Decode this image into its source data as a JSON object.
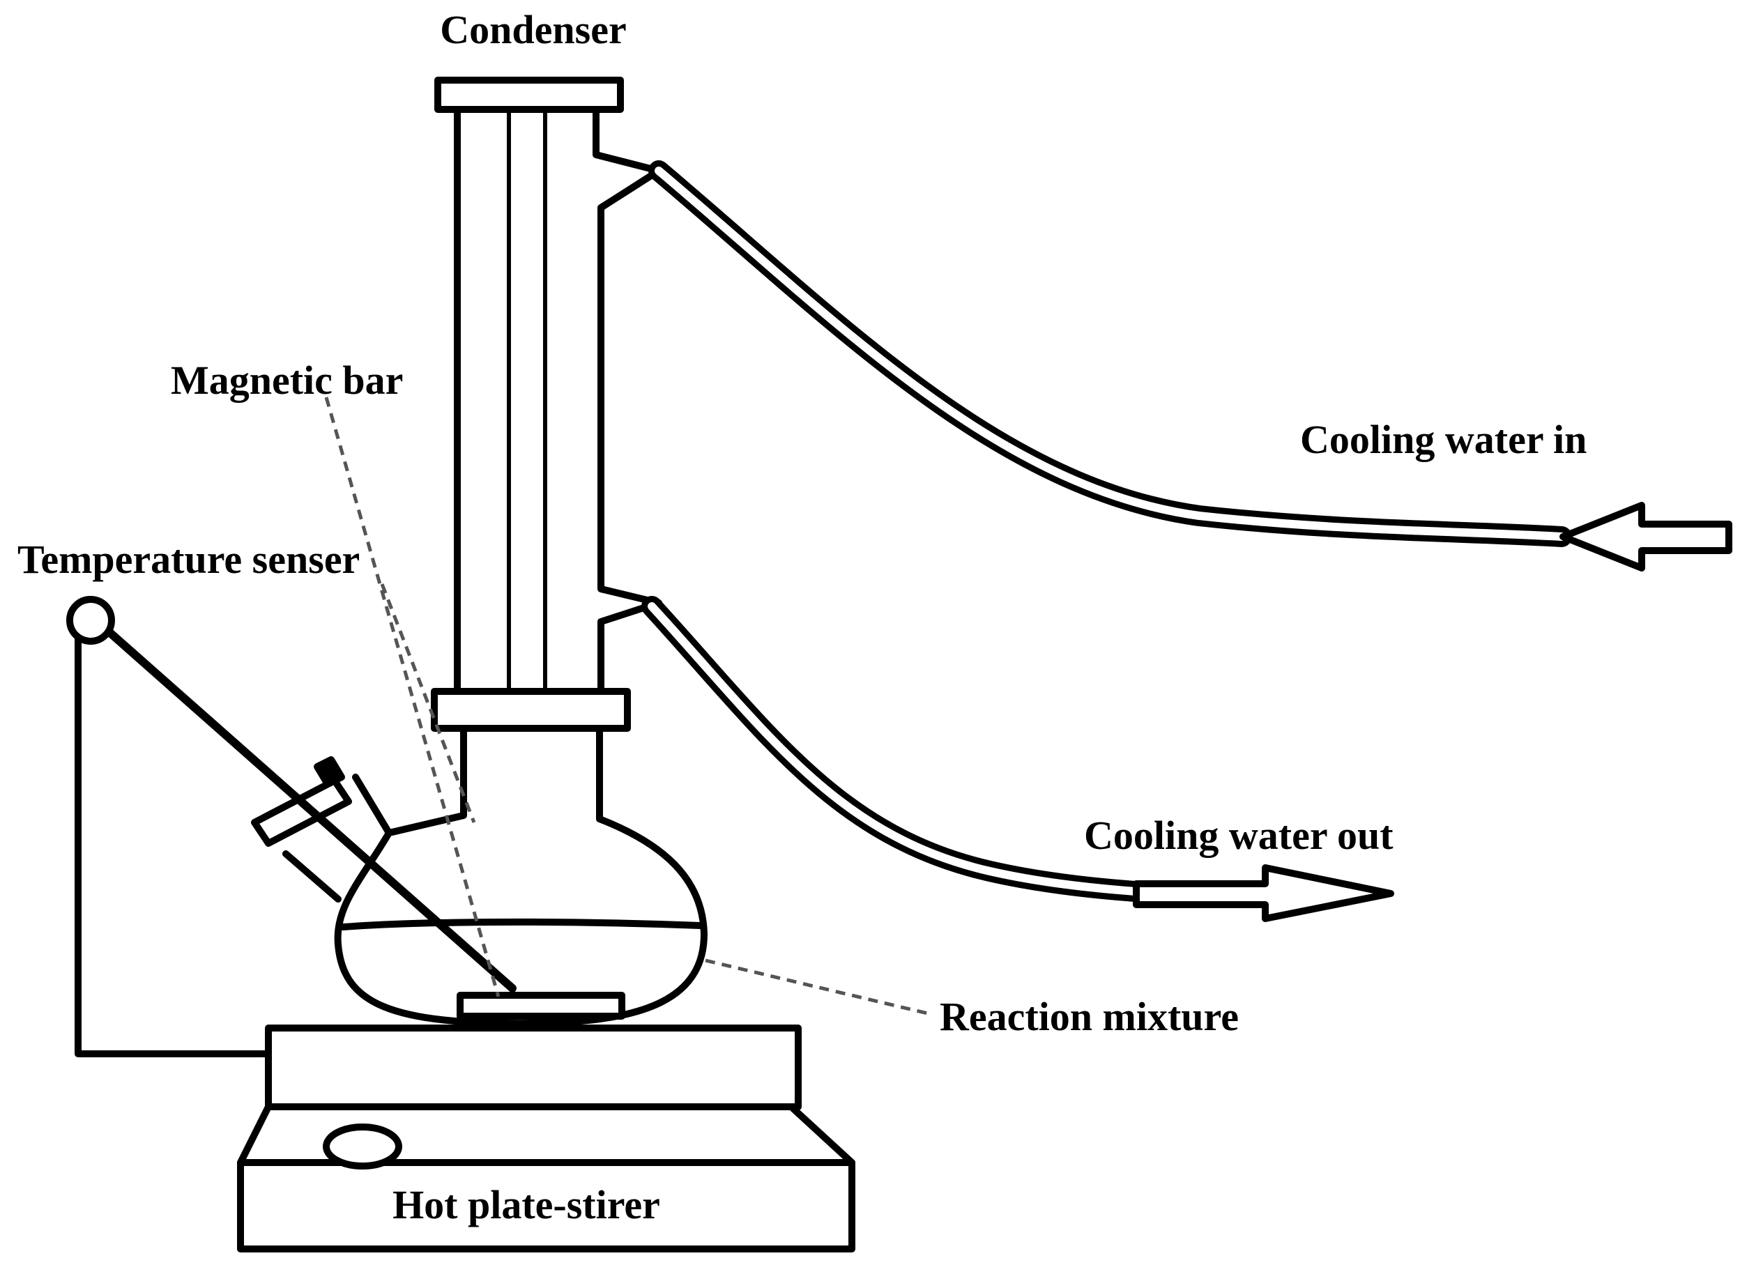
{
  "labels": {
    "condenser": "Condenser",
    "magnetic_bar": "Magnetic bar",
    "temperature_sensor": "Temperature senser",
    "cooling_water_in": "Cooling water in",
    "cooling_water_out": "Cooling water out",
    "reaction_mixture": "Reaction mixture",
    "hot_plate_stirrer": "Hot plate-stirer"
  },
  "colors": {
    "line": "#000000",
    "background": "#ffffff",
    "leader": "#555555"
  }
}
